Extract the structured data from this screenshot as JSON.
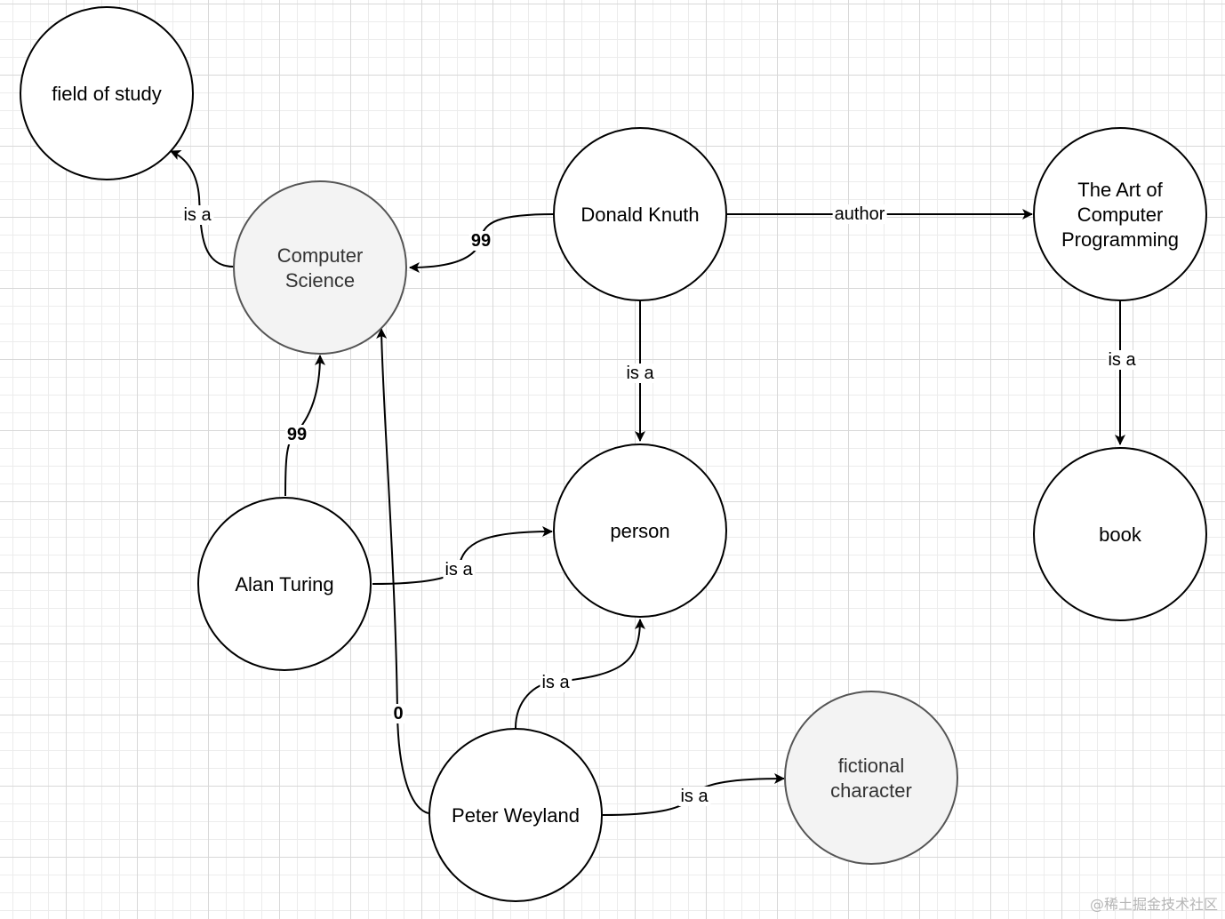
{
  "nodes": [
    {
      "id": "field",
      "lines": [
        "field of study"
      ],
      "shaded": false
    },
    {
      "id": "cs",
      "lines": [
        "Computer",
        "Science"
      ],
      "shaded": true
    },
    {
      "id": "knuth",
      "lines": [
        "Donald Knuth"
      ],
      "shaded": false
    },
    {
      "id": "taocp",
      "lines": [
        "The Art of",
        "Computer",
        "Programming"
      ],
      "shaded": false
    },
    {
      "id": "person",
      "lines": [
        "person"
      ],
      "shaded": false
    },
    {
      "id": "book",
      "lines": [
        "book"
      ],
      "shaded": false
    },
    {
      "id": "turing",
      "lines": [
        "Alan Turing"
      ],
      "shaded": false
    },
    {
      "id": "weyland",
      "lines": [
        "Peter Weyland"
      ],
      "shaded": false
    },
    {
      "id": "fictional",
      "lines": [
        "fictional",
        "character"
      ],
      "shaded": true
    }
  ],
  "edges": [
    {
      "id": "cs-field",
      "from": "cs",
      "to": "field",
      "label": "is a",
      "bold": false
    },
    {
      "id": "knuth-cs",
      "from": "knuth",
      "to": "cs",
      "label": "99",
      "bold": true
    },
    {
      "id": "knuth-taocp",
      "from": "knuth",
      "to": "taocp",
      "label": "author",
      "bold": false
    },
    {
      "id": "knuth-person",
      "from": "knuth",
      "to": "person",
      "label": "is a",
      "bold": false
    },
    {
      "id": "taocp-book",
      "from": "taocp",
      "to": "book",
      "label": "is a",
      "bold": false
    },
    {
      "id": "turing-cs",
      "from": "turing",
      "to": "cs",
      "label": "99",
      "bold": true
    },
    {
      "id": "turing-person",
      "from": "turing",
      "to": "person",
      "label": "is a",
      "bold": false
    },
    {
      "id": "weyland-cs",
      "from": "weyland",
      "to": "cs",
      "label": "0",
      "bold": true
    },
    {
      "id": "weyland-person",
      "from": "weyland",
      "to": "person",
      "label": "is a",
      "bold": false
    },
    {
      "id": "weyland-fictional",
      "from": "weyland",
      "to": "fictional",
      "label": "is a",
      "bold": false
    }
  ],
  "watermark": "@稀土掘金技术社区"
}
